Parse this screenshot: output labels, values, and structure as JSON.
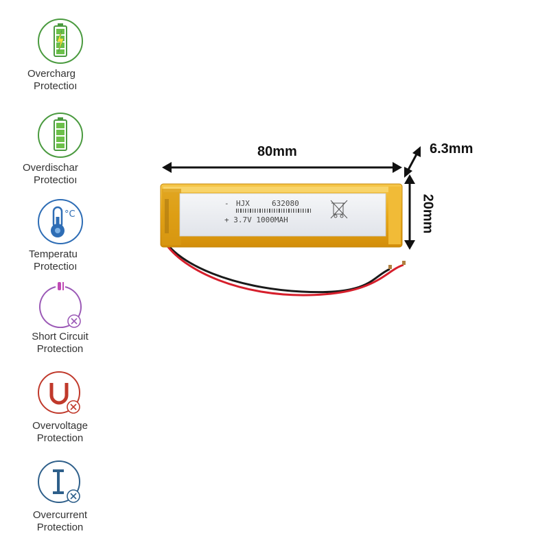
{
  "features": [
    {
      "icon": "battery-charging-icon",
      "color": "#4a9a3f",
      "line1": "Overcharg",
      "line2": "Protectioı"
    },
    {
      "icon": "battery-full-icon",
      "color": "#4a9a3f",
      "line1": "Overdischar",
      "line2": "Protectioı"
    },
    {
      "icon": "thermometer-icon",
      "color": "#2e6db5",
      "line1": "Temperatu",
      "line2": "Protectioı"
    },
    {
      "icon": "short-circuit-icon",
      "color": "#9b59b6",
      "line1": "Short Circuit",
      "line2": "Protection"
    },
    {
      "icon": "voltage-u-icon",
      "color": "#c0392b",
      "line1": "Overvoltage",
      "line2": "Protection"
    },
    {
      "icon": "current-i-icon",
      "color": "#2e5f8a",
      "line1": "Overcurrent",
      "line2": "Protection"
    }
  ],
  "battery": {
    "brand": "HJX",
    "model": "632080",
    "spec": "+ 3.7V 1000MAH",
    "minus": "-",
    "color": "#e8a817"
  },
  "dimensions": {
    "length": "80mm",
    "thickness": "6.3mm",
    "width": "20mm"
  }
}
